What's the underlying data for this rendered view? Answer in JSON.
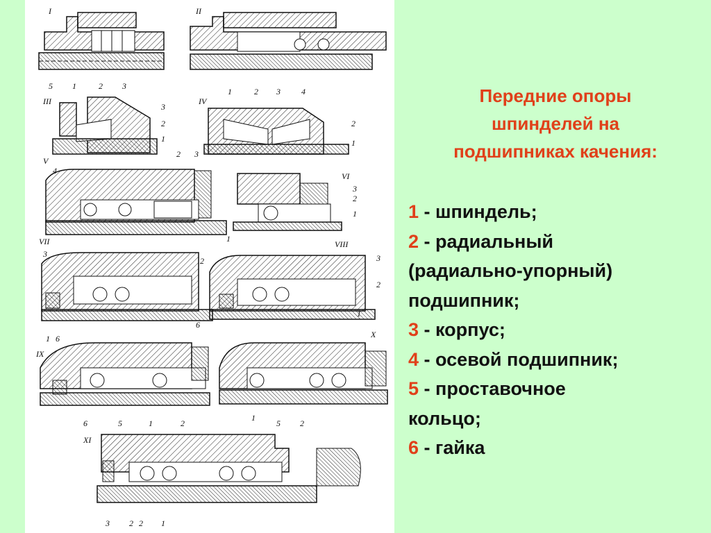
{
  "title": {
    "line1": "Передние опоры",
    "line2": "шпинделей на",
    "line3": "подшипниках качения:"
  },
  "legend": [
    {
      "num": "1",
      "text": " - шпиндель;"
    },
    {
      "num": "2",
      "text": " - радиальный"
    },
    {
      "num": "",
      "text": "(радиально-упорный)"
    },
    {
      "num": "",
      "text": "подшипник;"
    },
    {
      "num": "3",
      "text": " - корпус;"
    },
    {
      "num": "4",
      "text": " - осевой подшипник;"
    },
    {
      "num": "5",
      "text": " - проставочное"
    },
    {
      "num": "",
      "text": "кольцо;"
    },
    {
      "num": "6",
      "text": " - гайка"
    }
  ],
  "diagrams": {
    "I": {
      "roman": "I",
      "labels": [
        "5",
        "1",
        "2",
        "3"
      ]
    },
    "II": {
      "roman": "II",
      "labels": [
        "1",
        "2",
        "3",
        "4"
      ]
    },
    "III": {
      "roman": "III",
      "labels": [
        "3",
        "2",
        "1"
      ]
    },
    "IV": {
      "roman": "IV",
      "labels": [
        "2",
        "1"
      ]
    },
    "V": {
      "roman": "V",
      "labels": [
        "4",
        "2",
        "3",
        "1"
      ]
    },
    "VI": {
      "roman": "VI",
      "labels": [
        "3",
        "2",
        "1"
      ]
    },
    "VII": {
      "roman": "VII",
      "labels": [
        "3",
        "2",
        "1",
        "6"
      ]
    },
    "VIII": {
      "roman": "VIII",
      "labels": [
        "3",
        "2",
        "6",
        "1"
      ]
    },
    "IX": {
      "roman": "IX",
      "labels": [
        "6",
        "5",
        "1",
        "2"
      ]
    },
    "X": {
      "roman": "X",
      "labels": [
        "1",
        "5",
        "2"
      ]
    },
    "XI": {
      "roman": "XI",
      "labels": [
        "3",
        "2",
        "2",
        "1"
      ]
    }
  },
  "colors": {
    "background": "#ccffcc",
    "accent": "#e0401a",
    "text": "#111111"
  }
}
